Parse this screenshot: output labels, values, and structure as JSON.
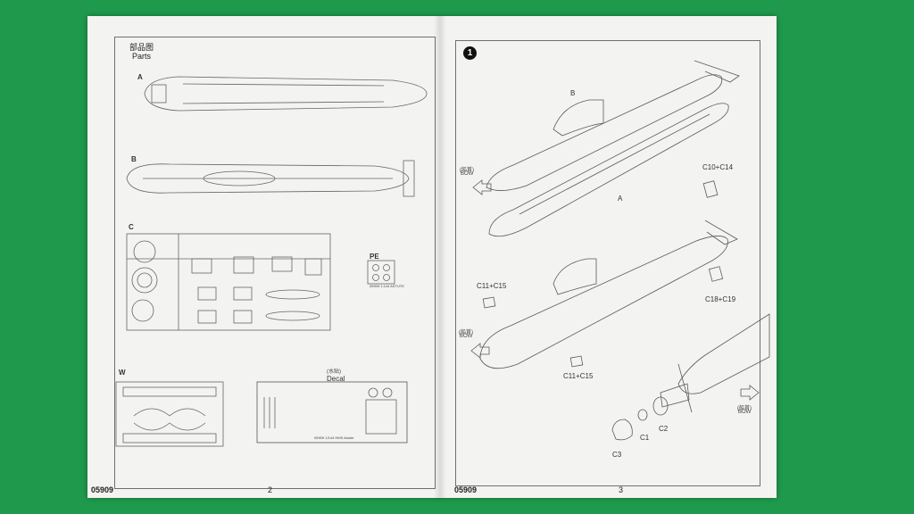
{
  "left_page": {
    "title_cn": "部品图",
    "title_en": "Parts",
    "part_labels": [
      "A",
      "B",
      "C",
      "PE",
      "W"
    ],
    "pe_note": "05909  1:144  ASTUTE",
    "decal_label_cn": "(水贴)",
    "decal_label_en": "Decal",
    "decal_note": "05909  1/144  HMS Astute",
    "code": "05909",
    "page_number": "2"
  },
  "right_page": {
    "step_number": "1",
    "labels": {
      "b": "B",
      "a": "A",
      "c10_c14": "C10+C14",
      "c11_c15_top": "C11+C15",
      "c18_c19": "C18+C19",
      "c11_c15_bottom": "C11+C15",
      "c1": "C1",
      "c2": "C2",
      "c3": "C3"
    },
    "bow_cn": "(船首)",
    "bow": "BOW",
    "code": "05909",
    "page_number": "3"
  },
  "colors": {
    "background": "#1f9a4d",
    "paper": "#f3f3f1",
    "line": "#6f6f6f"
  }
}
